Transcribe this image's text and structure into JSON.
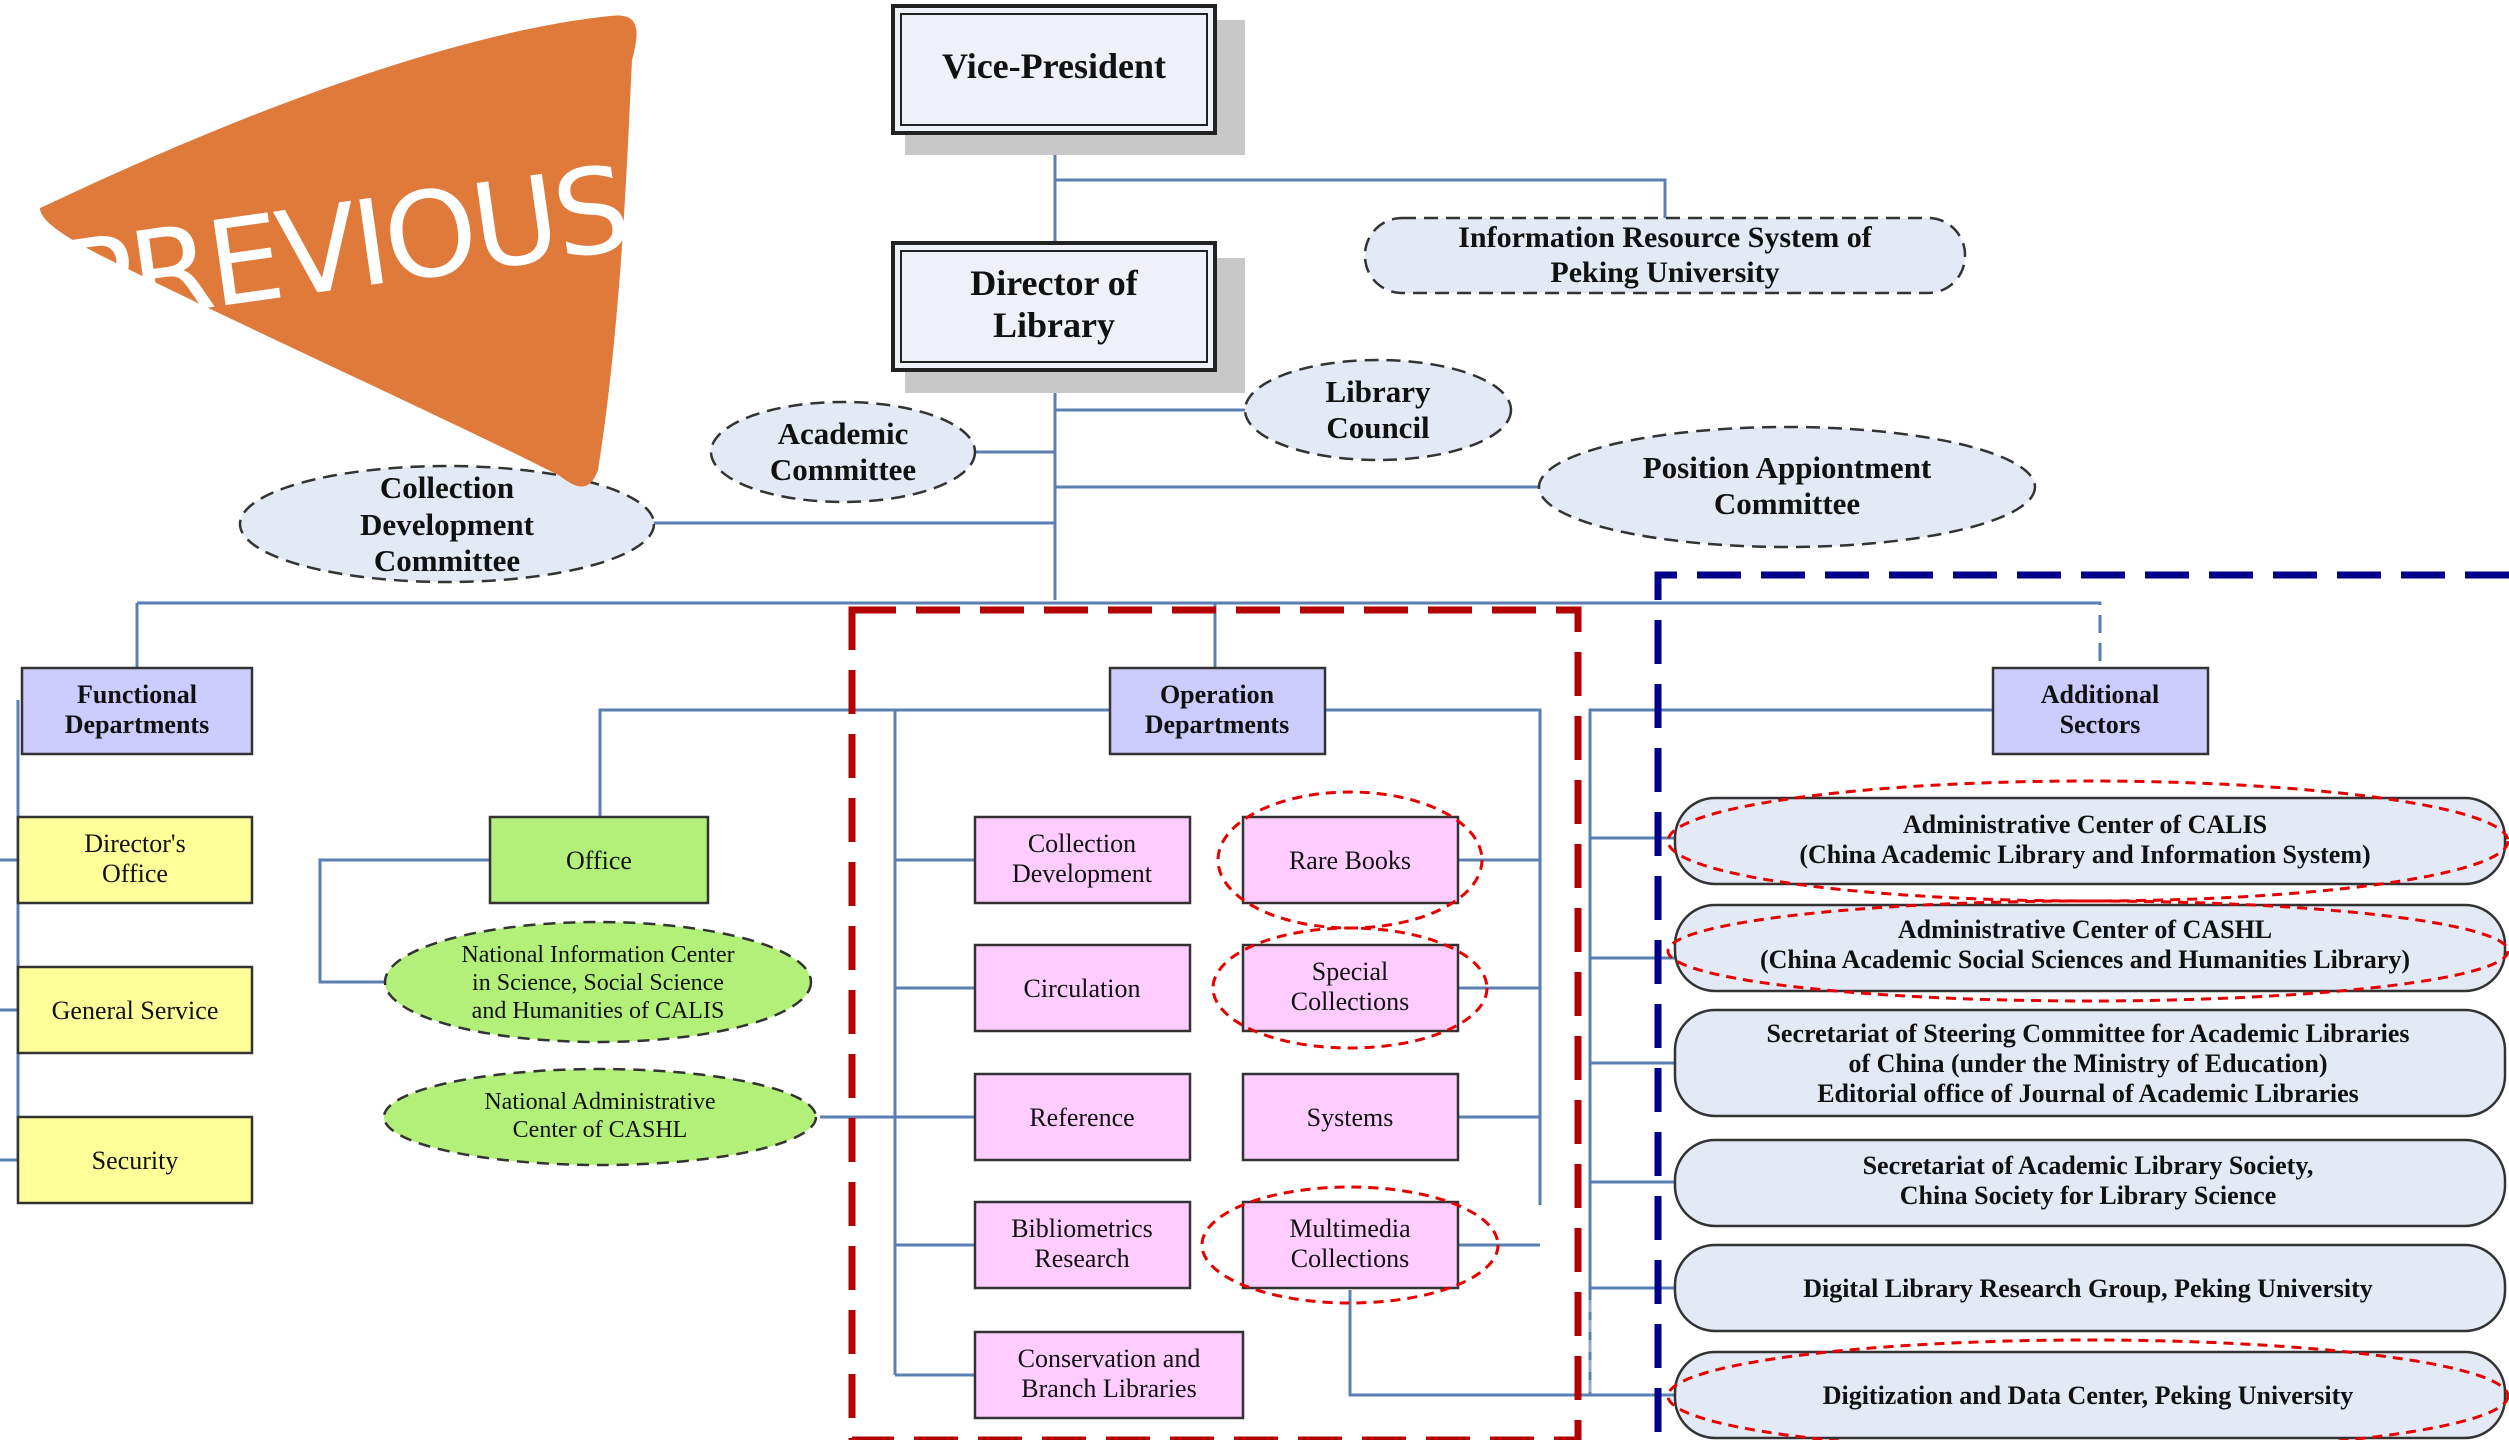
{
  "previous_label": "PREVIOUS",
  "colors": {
    "line": "#5b7fb3",
    "navy_box": "#eef1f7",
    "dept_header": "#ccccff",
    "yellow": "#ffff99",
    "green": "#b3f07a",
    "pink": "#ffccff",
    "ellipse": "#e4e9f6",
    "orange": "#e07a3a",
    "red_highlight": "#b30000",
    "navy_highlight": "#00008b"
  },
  "top": {
    "vice_president": "Vice-President",
    "director_line1": "Director of",
    "director_line2": "Library"
  },
  "committees": {
    "info_resource_line1": "Information Resource System of",
    "info_resource_line2": "Peking University",
    "library_council_line1": "Library",
    "library_council_line2": "Council",
    "academic_line1": "Academic",
    "academic_line2": "Committee",
    "position_line1": "Position Appiontment",
    "position_line2": "Committee",
    "collection_dev_line1": "Collection",
    "collection_dev_line2": "Development",
    "collection_dev_line3": "Committee"
  },
  "functional": {
    "header_line1": "Functional",
    "header_line2": "Departments",
    "directors_office_line1": "Director's",
    "directors_office_line2": "Office",
    "general_service": "General Service",
    "security": "Security"
  },
  "office": {
    "label": "Office",
    "calis_center_line1": "National Information Center",
    "calis_center_line2": "in Science, Social Science",
    "calis_center_line3": "and Humanities of CALIS",
    "cashl_center_line1": "National Administrative",
    "cashl_center_line2": "Center of CASHL"
  },
  "operation": {
    "header_line1": "Operation",
    "header_line2": "Departments",
    "collection_dev_line1": "Collection",
    "collection_dev_line2": "Development",
    "circulation": "Circulation",
    "reference": "Reference",
    "bibliometrics_line1": "Bibliometrics",
    "bibliometrics_line2": "Research",
    "conservation_line1": "Conservation and",
    "conservation_line2": "Branch Libraries",
    "rare_books": "Rare Books",
    "special_line1": "Special",
    "special_line2": "Collections",
    "systems": "Systems",
    "multimedia_line1": "Multimedia",
    "multimedia_line2": "Collections"
  },
  "additional": {
    "header_line1": "Additional",
    "header_line2": "Sectors",
    "calis_line1": "Administrative Center of CALIS",
    "calis_line2": "(China Academic Library and Information System)",
    "cashl_line1": "Administrative Center of CASHL",
    "cashl_line2": "(China Academic Social Sciences and Humanities Library)",
    "steering_line1": "Secretariat of Steering Committee for Academic Libraries",
    "steering_line2": "of China (under the Ministry of Education)",
    "steering_line3": "Editorial office of Journal of Academic Libraries",
    "society_line1": "Secretariat of Academic Library Society,",
    "society_line2": "China Society for Library Science",
    "digital_group": "Digital Library Research Group, Peking University",
    "digitization": "Digitization and Data Center, Peking University"
  }
}
